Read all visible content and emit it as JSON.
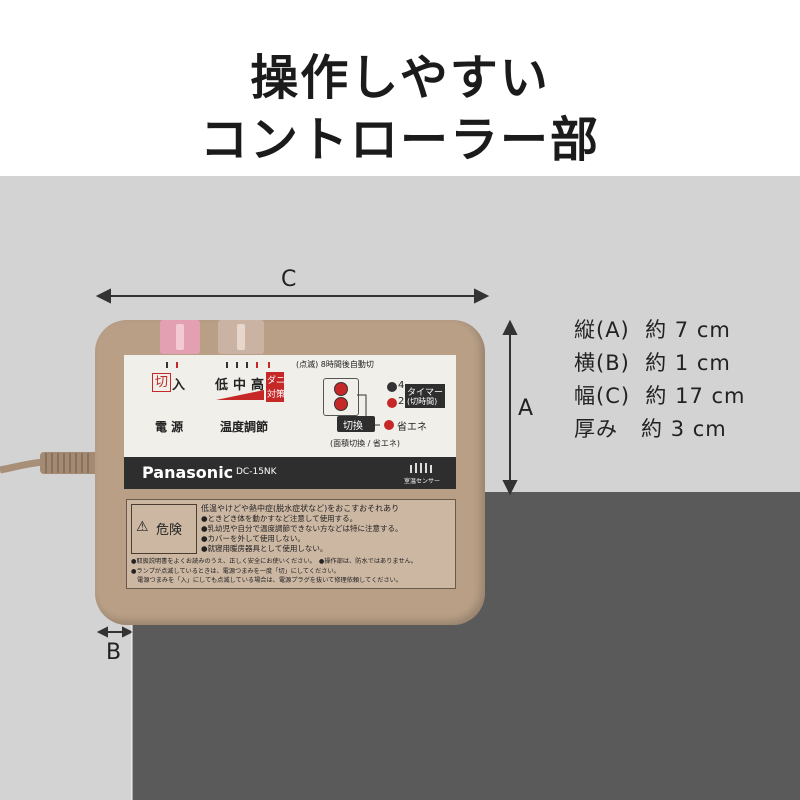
{
  "heading": {
    "line1": "操作しやすい",
    "line2": "コントローラー部"
  },
  "dimensions": {
    "c": "C",
    "a": "A",
    "b": "B"
  },
  "specs": [
    {
      "label": "縦(A)",
      "value": "約 7 cm"
    },
    {
      "label": "横(B)",
      "value": "約 1 cm"
    },
    {
      "label": "幅(C)",
      "value": "約 17 cm"
    },
    {
      "label": "厚み",
      "value": "約 3 cm"
    }
  ],
  "controller": {
    "power_off": "切",
    "power_on": "入",
    "temp_low": "低",
    "temp_mid": "中",
    "temp_high": "高",
    "dani_1": "ダニ",
    "dani_2": "対策",
    "power_label": "電 源",
    "temp_label": "温度調節",
    "blink_note": "(点滅) 8時間後自動切",
    "timer_4": "4",
    "timer_2": "2",
    "timer_label": "タイマー",
    "timer_sub": "(切時間)",
    "switch_label": "切換",
    "eco_label": "省エネ",
    "area_note": "(面積切換 / 省エネ)",
    "brand": "Panasonic",
    "model": "DC-15NK",
    "sensor_label": "室温センサー",
    "danger_title": "危険",
    "warning_lines": [
      "低温やけどや熱中症(脱水症状など)をおこすおそれあり",
      "●ときどき体を動かすなど注意して使用する。",
      "●乳幼児や自分で温度調節できない方などは特に注意する。",
      "●カバーを外して使用しない。",
      "●就寝用暖房器具として使用しない。"
    ],
    "notes": [
      "●取扱説明書をよくお読みのうえ、正しく安全にお使いください。　●操作部は、防水ではありません。",
      "●ランプが点滅しているときは、電源つまみを一度「切」にしてください。",
      "　電源つまみを「入」にしても点滅している場合は、電源プラグを抜いて修理依頼してください。"
    ]
  },
  "colors": {
    "body": "#b89f86",
    "panel": "#f1efe9",
    "dark": "#2e2e2e",
    "red": "#c62828",
    "pink_knob": "#e3a0b3",
    "tan_knob": "#cbb3a3"
  }
}
